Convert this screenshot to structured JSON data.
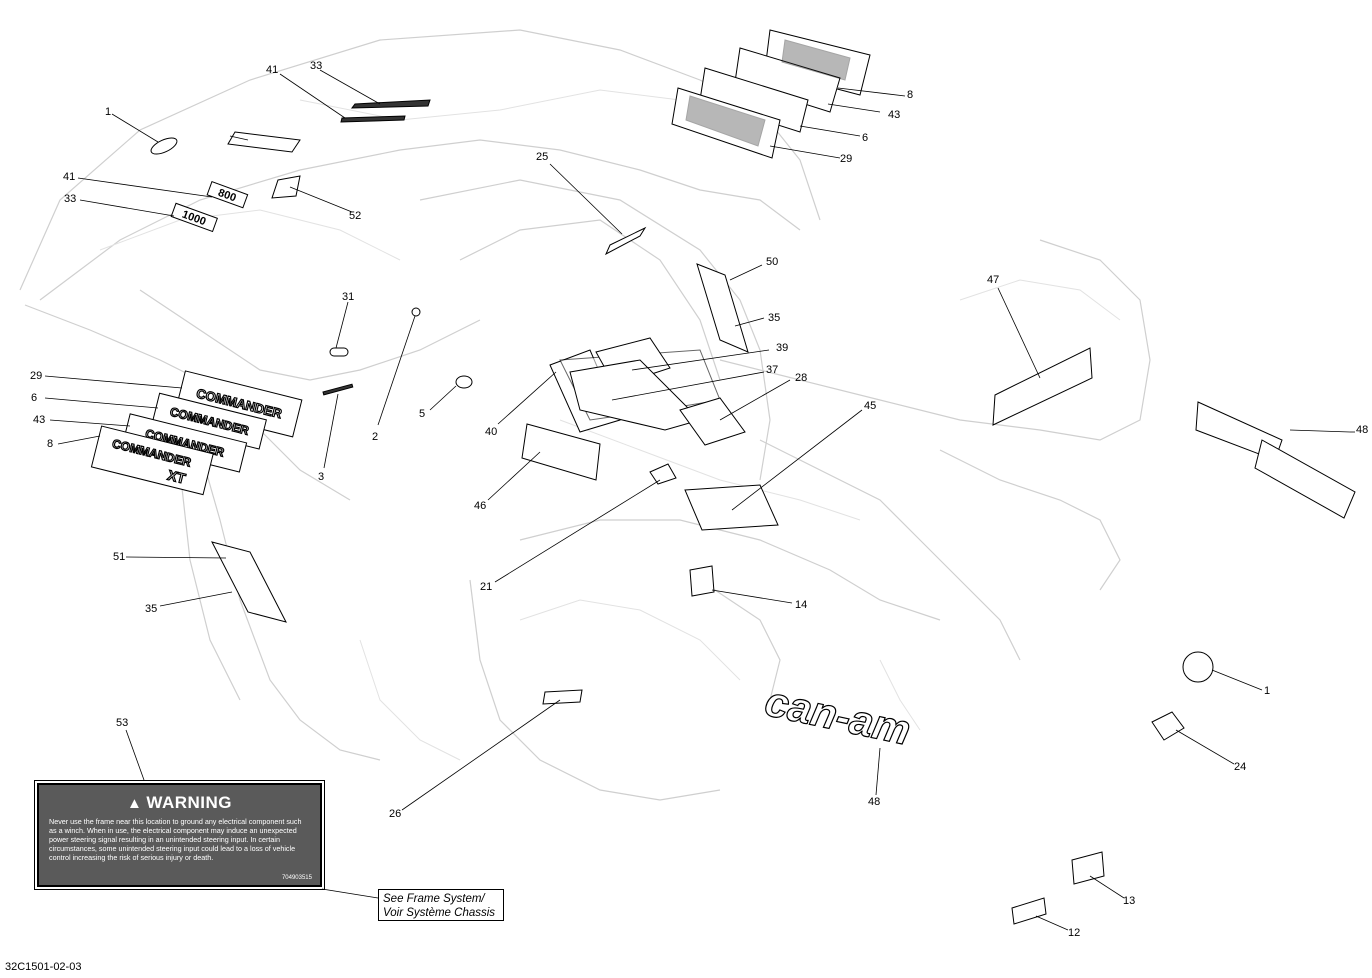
{
  "callouts": {
    "c1a": "1",
    "c1b": "1",
    "c2": "2",
    "c3": "3",
    "c5": "5",
    "c6a": "6",
    "c6b": "6",
    "c8a": "8",
    "c8b": "8",
    "c12": "12",
    "c13": "13",
    "c14": "14",
    "c21": "21",
    "c24": "24",
    "c25": "25",
    "c26": "26",
    "c28": "28",
    "c29a": "29",
    "c29b": "29",
    "c31": "31",
    "c33a": "33",
    "c33b": "33",
    "c35a": "35",
    "c35b": "35",
    "c37": "37",
    "c39": "39",
    "c40": "40",
    "c41a": "41",
    "c41b": "41",
    "c43a": "43",
    "c43b": "43",
    "c45": "45",
    "c46": "46",
    "c47": "47",
    "c48a": "48",
    "c48b": "48",
    "c50": "50",
    "c51": "51",
    "c52": "52",
    "c53": "53"
  },
  "decals": {
    "commander": "COMMANDER",
    "commander_xt": "XT",
    "num_800": "800",
    "num_1000": "1000",
    "can_am": "can-am"
  },
  "warning": {
    "title": "WARNING",
    "body": "Never use the frame near this location to ground any electrical component such as a winch. When in use, the electrical component may induce an unexpected power steering signal resulting in an unintended steering input. In certain circumstances, some unintended steering input could lead to a loss of vehicle control increasing the risk of serious injury or death.",
    "code": "704903515"
  },
  "reference": {
    "line1": "See Frame System/",
    "line2": "Voir Système Chassis"
  },
  "drawing_id": "32C1501-02-03"
}
